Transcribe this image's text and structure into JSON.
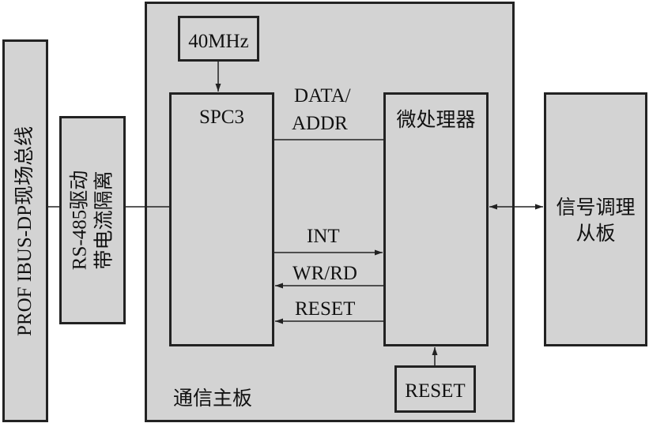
{
  "bus": {
    "label": "PROF IBUS-DP现场总线"
  },
  "driver": {
    "line1": "RS-485驱动",
    "line2": "带电流隔离"
  },
  "mainboard": {
    "label": "通信主板"
  },
  "oscillator": {
    "label": "40MHz"
  },
  "spc3": {
    "label": "SPC3"
  },
  "micro": {
    "label": "微处理器"
  },
  "reset_chip": {
    "label": "RESET"
  },
  "signal_board": {
    "line1": "信号调理",
    "line2": "从板"
  },
  "signals": {
    "data_line1": "DATA/",
    "data_line2": "ADDR",
    "int": "INT",
    "wr_rd": "WR/RD",
    "reset": "RESET"
  },
  "colors": {
    "box_fill": "#d3d3d3",
    "line": "#222222"
  }
}
